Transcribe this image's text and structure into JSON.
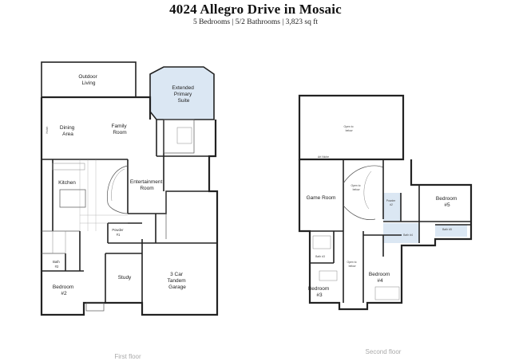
{
  "header": {
    "title": "4024 Allegro Drive in Mosaic",
    "subtitle": "5 Bedrooms | 5/2 Bathrooms | 3,823 sq ft"
  },
  "first_floor": {
    "caption": "First floor",
    "rooms": {
      "outdoor_living": [
        "Outdoor",
        "Living"
      ],
      "extended_primary": [
        "Extended",
        "Primary",
        "Suite"
      ],
      "dining": [
        "Dining",
        "Area"
      ],
      "family": [
        "Family",
        "Room"
      ],
      "kitchen": "Kitchen",
      "entertainment": [
        "Entertainment",
        "Room"
      ],
      "powder": [
        "Powder",
        "#1"
      ],
      "bath2": [
        "Bath",
        "#2"
      ],
      "study": "Study",
      "garage": [
        "3 Car",
        "Tandem",
        "Garage"
      ],
      "bedroom2": [
        "Bedroom",
        "#2"
      ],
      "hutch": "Hutch"
    }
  },
  "second_floor": {
    "caption": "Second floor",
    "rooms": {
      "open_below_top": [
        "Open to",
        "below"
      ],
      "art_niche": "Art Niche",
      "game_room": "Game Room",
      "open_below_stair": [
        "Open to",
        "below"
      ],
      "powder2": [
        "Powder",
        "#2"
      ],
      "bedroom5": [
        "Bedroom",
        "#5"
      ],
      "bath4": "Bath #4",
      "bath5": "Bath #5",
      "bath3": "Bath #3",
      "open_below_mid": [
        "Open to",
        "below"
      ],
      "bedroom4": [
        "Bedroom",
        "#4"
      ],
      "bedroom3": [
        "Bedroom",
        "#3"
      ]
    }
  },
  "colors": {
    "primary_suite_highlight": "#dbe7f3",
    "bath_highlight": "#dbe7f3"
  }
}
